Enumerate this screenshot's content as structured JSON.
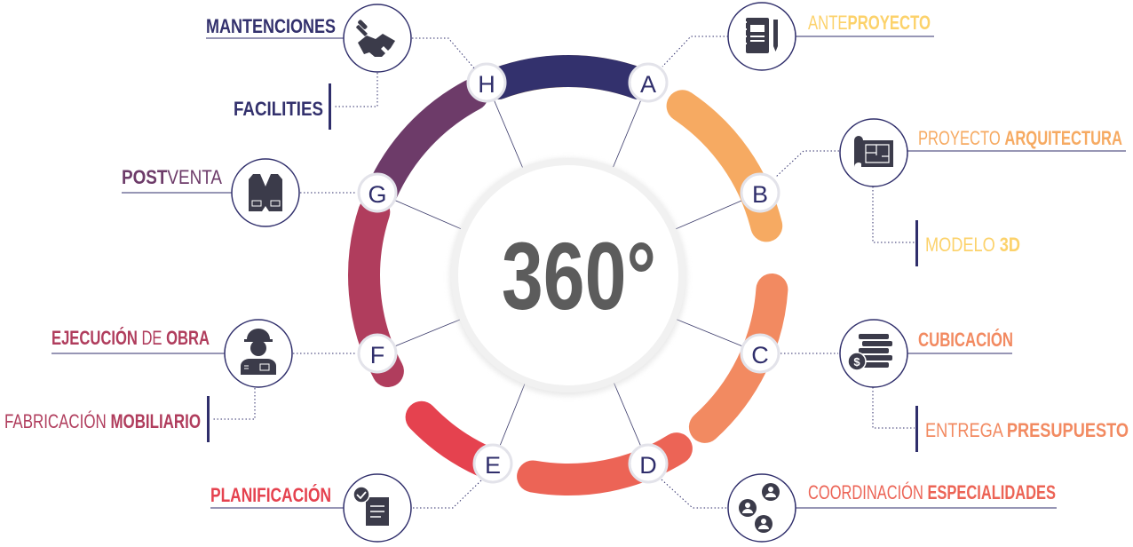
{
  "center": {
    "text": "360°"
  },
  "nodes": {
    "A": "A",
    "B": "B",
    "C": "C",
    "D": "D",
    "E": "E",
    "F": "F",
    "G": "G",
    "H": "H"
  },
  "colors": {
    "A": "#fcd26b",
    "B": "#f6aa62",
    "C": "#f28a61",
    "D": "#ec6456",
    "E": "#e5424f",
    "F": "#b03d5d",
    "G": "#6d3b69",
    "H": "#33316d",
    "navy": "#2f2e6b",
    "connector": "#3a3a6a",
    "center_text": "#5c5c5c"
  },
  "icons": {
    "mantenciones": "handshake-wrench-icon",
    "anteproyecto": "notebook-pencil-icon",
    "proyecto": "blueprint-icon",
    "postventa": "vest-icon",
    "cubicacion": "coins-icon",
    "ejecucion": "worker-helmet-icon",
    "planificacion": "checklist-document-icon",
    "coordinacion": "team-chat-icon"
  },
  "labels": {
    "mantenciones": {
      "bold": "MANTENCIONES",
      "normal": ""
    },
    "facilities": {
      "bold": "FACILITIES",
      "normal": ""
    },
    "postventa": {
      "bold": "POST",
      "normal": "VENTA"
    },
    "ejecucion": {
      "bold1": "EJECUCIÓN",
      "normal": " DE ",
      "bold2": "OBRA"
    },
    "fabricacion": {
      "normal": "FABRICACIÓN ",
      "bold": "MOBILIARIO"
    },
    "planificacion": {
      "bold": "PLANIFICACIÓN"
    },
    "anteproyecto": {
      "normal": "ANTE",
      "bold": "PROYECTO"
    },
    "proyecto": {
      "normal": "PROYECTO ",
      "bold": "ARQUITECTURA"
    },
    "modelo": {
      "normal": "MODELO ",
      "bold": "3D"
    },
    "cubicacion": {
      "bold": "CUBICACIÓN"
    },
    "entrega": {
      "normal": "ENTREGA ",
      "bold": "PRESUPUESTO"
    },
    "coordinacion": {
      "normal": "COORDINACIÓN ",
      "bold": "ESPECIALIDADES"
    }
  }
}
